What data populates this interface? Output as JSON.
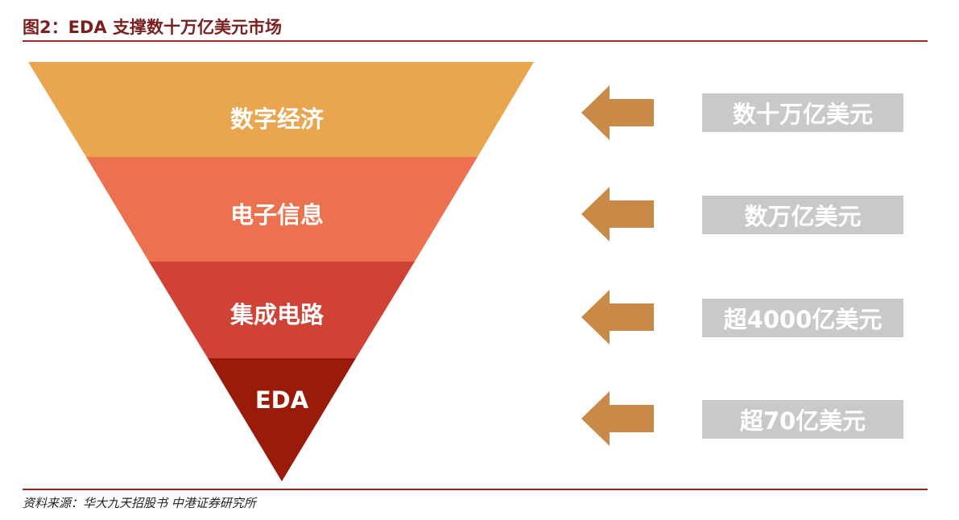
{
  "title": "图2：EDA 支撑数十万亿美元市场",
  "funnel": [
    {
      "label": "数字经济",
      "color": "#E9A64F"
    },
    {
      "label": "电子信息",
      "color": "#EC714E"
    },
    {
      "label": "集成电路",
      "color": "#D14236"
    },
    {
      "label": "EDA",
      "color": "#9B1B0A"
    }
  ],
  "arrow_color": "#C98A48",
  "market_sizes": [
    "数十万亿美元",
    "数万亿美元",
    "超4000亿美元",
    "超70亿美元"
  ],
  "source": "资料来源：华大九天招股书 中港证券研究所"
}
